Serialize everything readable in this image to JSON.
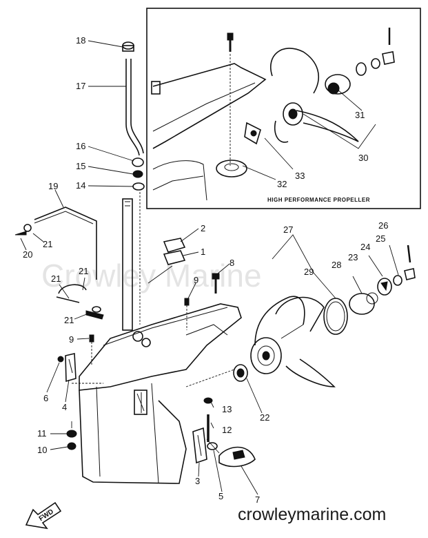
{
  "inset": {
    "caption": "HIGH PERFORMANCE PROPELLER"
  },
  "watermark": "Crowley Marine",
  "site_text": "crowleymarine.com",
  "fwd_text": "FWD",
  "labels": [
    {
      "id": "l18",
      "text": "18"
    },
    {
      "id": "l17",
      "text": "17"
    },
    {
      "id": "l16",
      "text": "16"
    },
    {
      "id": "l15",
      "text": "15"
    },
    {
      "id": "l14",
      "text": "14"
    },
    {
      "id": "l19",
      "text": "19"
    },
    {
      "id": "l21a",
      "text": "21"
    },
    {
      "id": "l20",
      "text": "20"
    },
    {
      "id": "l21b",
      "text": "21"
    },
    {
      "id": "l21c",
      "text": "21"
    },
    {
      "id": "l21d",
      "text": "21"
    },
    {
      "id": "l9a",
      "text": "9"
    },
    {
      "id": "l6",
      "text": "6"
    },
    {
      "id": "l4",
      "text": "4"
    },
    {
      "id": "l11",
      "text": "11"
    },
    {
      "id": "l10",
      "text": "10"
    },
    {
      "id": "l2",
      "text": "2"
    },
    {
      "id": "l1",
      "text": "1"
    },
    {
      "id": "l8",
      "text": "8"
    },
    {
      "id": "l9b",
      "text": "9"
    },
    {
      "id": "l27",
      "text": "27"
    },
    {
      "id": "l29",
      "text": "29"
    },
    {
      "id": "l28",
      "text": "28"
    },
    {
      "id": "l23",
      "text": "23"
    },
    {
      "id": "l24",
      "text": "24"
    },
    {
      "id": "l25",
      "text": "25"
    },
    {
      "id": "l26",
      "text": "26"
    },
    {
      "id": "l22",
      "text": "22"
    },
    {
      "id": "l13",
      "text": "13"
    },
    {
      "id": "l12",
      "text": "12"
    },
    {
      "id": "l3",
      "text": "3"
    },
    {
      "id": "l5",
      "text": "5"
    },
    {
      "id": "l7",
      "text": "7"
    },
    {
      "id": "l9c",
      "text": "9"
    },
    {
      "id": "l31",
      "text": "31"
    },
    {
      "id": "l30",
      "text": "30"
    },
    {
      "id": "l33",
      "text": "33"
    },
    {
      "id": "l32",
      "text": "32"
    }
  ]
}
